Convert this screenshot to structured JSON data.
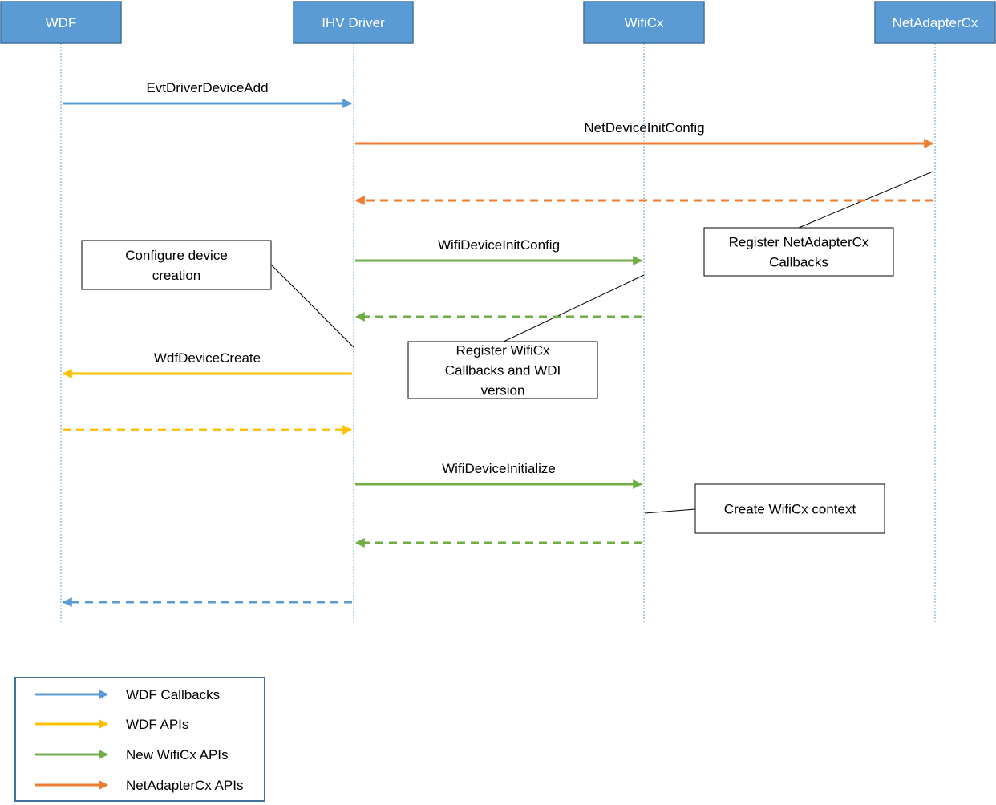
{
  "colors": {
    "lane_fill": "#5b9bd5",
    "lane_border": "#41719c",
    "lifeline": "#5b9bd5",
    "wdf_callbacks": "#5b9bd5",
    "wdf_apis": "#ffc000",
    "wificx_apis": "#70ad47",
    "netadaptercx_apis": "#ed7d31",
    "note_border": "#000000"
  },
  "lanes": [
    {
      "id": "wdf",
      "label": "WDF"
    },
    {
      "id": "ihv",
      "label": "IHV Driver"
    },
    {
      "id": "wificx",
      "label": "WifiCx"
    },
    {
      "id": "netadaptercx",
      "label": "NetAdapterCx"
    }
  ],
  "messages": [
    {
      "label": "EvtDriverDeviceAdd",
      "from": "wdf",
      "to": "ihv",
      "kind": "wdf_callbacks",
      "dashed": false
    },
    {
      "label": "NetDeviceInitConfig",
      "from": "ihv",
      "to": "netadaptercx",
      "kind": "netadaptercx_apis",
      "dashed": false
    },
    {
      "label": "",
      "from": "netadaptercx",
      "to": "ihv",
      "kind": "netadaptercx_apis",
      "dashed": true
    },
    {
      "label": "WifiDeviceInitConfig",
      "from": "ihv",
      "to": "wificx",
      "kind": "wificx_apis",
      "dashed": false
    },
    {
      "label": "",
      "from": "wificx",
      "to": "ihv",
      "kind": "wificx_apis",
      "dashed": true
    },
    {
      "label": "WdfDeviceCreate",
      "from": "ihv",
      "to": "wdf",
      "kind": "wdf_apis",
      "dashed": false
    },
    {
      "label": "",
      "from": "wdf",
      "to": "ihv",
      "kind": "wdf_apis",
      "dashed": true
    },
    {
      "label": "WifiDeviceInitialize",
      "from": "ihv",
      "to": "wificx",
      "kind": "wificx_apis",
      "dashed": false
    },
    {
      "label": "",
      "from": "wificx",
      "to": "ihv",
      "kind": "wificx_apis",
      "dashed": true
    },
    {
      "label": "",
      "from": "ihv",
      "to": "wdf",
      "kind": "wdf_callbacks",
      "dashed": true
    }
  ],
  "notes": [
    {
      "id": "configure-device-creation",
      "lines": [
        "Configure device",
        "creation"
      ]
    },
    {
      "id": "register-netadaptercx-callbacks",
      "lines": [
        "Register NetAdapterCx",
        "Callbacks"
      ]
    },
    {
      "id": "register-wificx-callbacks",
      "lines": [
        "Register WifiCx",
        "Callbacks and WDI",
        "version"
      ]
    },
    {
      "id": "create-wificx-context",
      "lines": [
        "Create WifiCx context"
      ]
    }
  ],
  "legend": [
    {
      "label": "WDF Callbacks",
      "kind": "wdf_callbacks"
    },
    {
      "label": "WDF APIs",
      "kind": "wdf_apis"
    },
    {
      "label": "New WifiCx APIs",
      "kind": "wificx_apis"
    },
    {
      "label": "NetAdapterCx APIs",
      "kind": "netadaptercx_apis"
    }
  ]
}
